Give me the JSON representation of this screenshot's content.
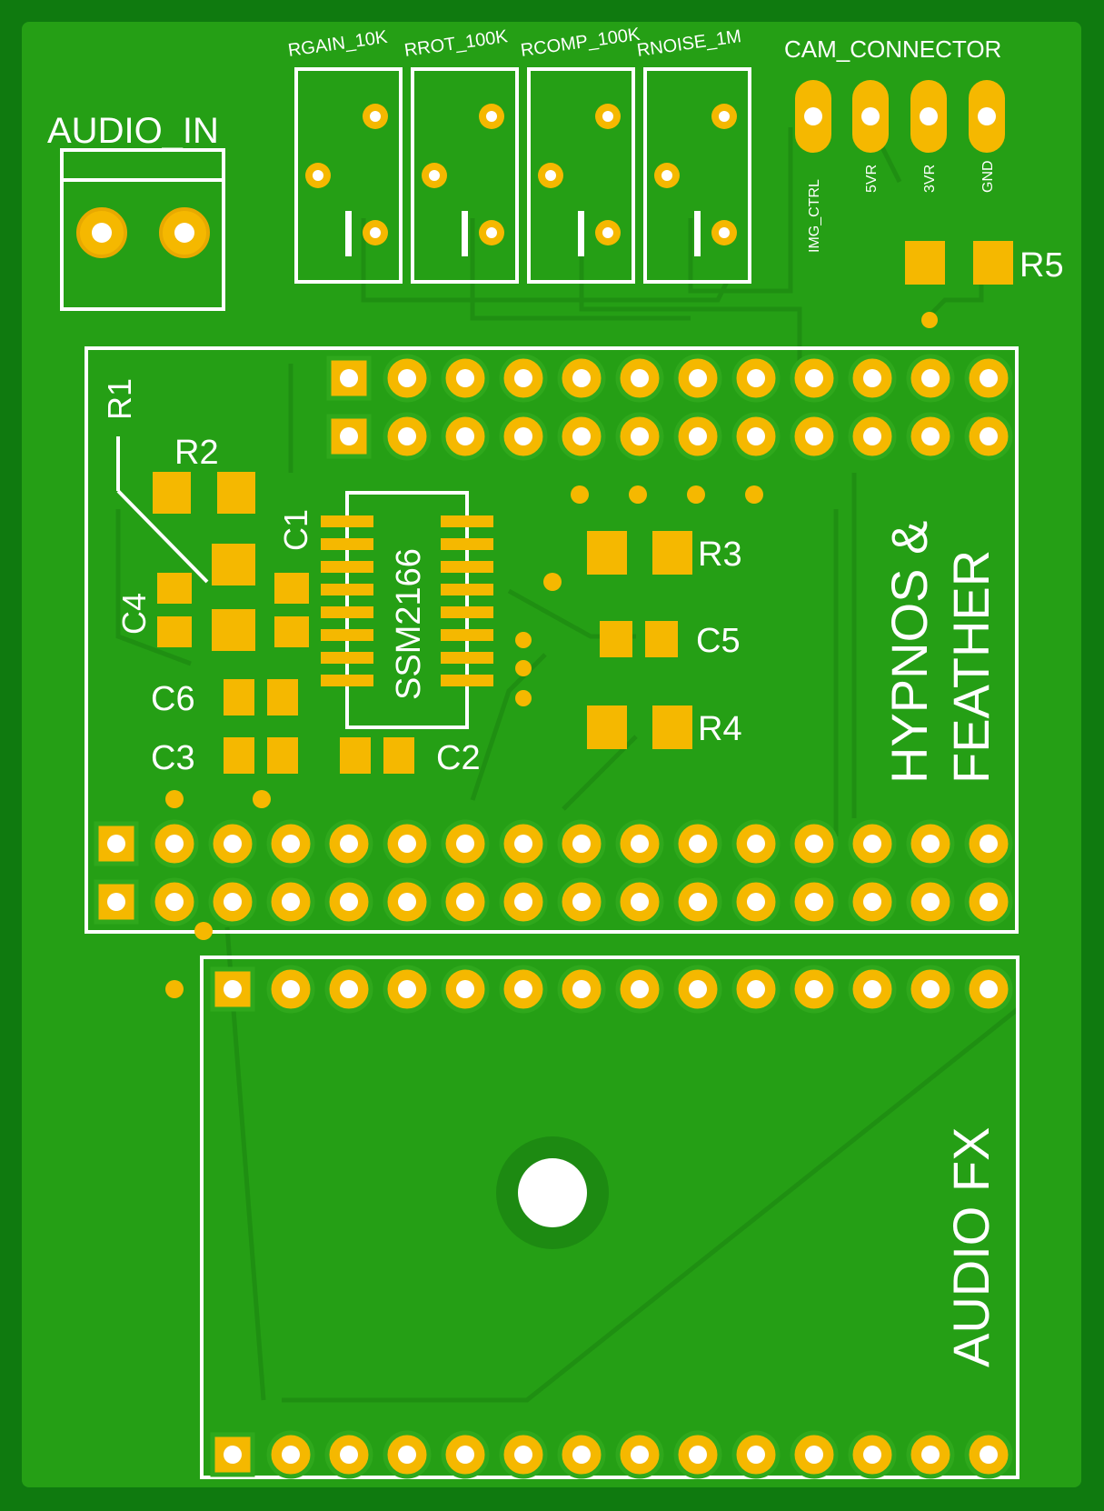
{
  "colors": {
    "background": "#0f7a0f",
    "board": "#259f15",
    "trace": "#1f8f12",
    "silkscreen": "#ffffff",
    "pad": "#f5b800",
    "pad_ring": "#e8a900",
    "mount_ring": "#1d8a12"
  },
  "labels": {
    "audio_in": "AUDIO_IN",
    "rgain": "RGAIN_10K",
    "rrot": "RROT_100K",
    "rcomp": "RCOMP_100K",
    "rnoise": "RNOISE_1M",
    "cam_connector": "CAM_CONNECTOR",
    "img_ctrl": "IMG_CTRL",
    "v5": "5VR",
    "v3": "3VR",
    "gnd": "GND",
    "r5": "R5",
    "r1": "R1",
    "r2": "R2",
    "c1": "C1",
    "c4": "C4",
    "ssm": "SSM2166",
    "r3": "R3",
    "c5": "C5",
    "r4": "R4",
    "c6": "C6",
    "c3": "C3",
    "c2": "C2",
    "hypnos": "HYPNOS &",
    "feather": "FEATHER",
    "audio_fx": "AUDIO FX"
  }
}
